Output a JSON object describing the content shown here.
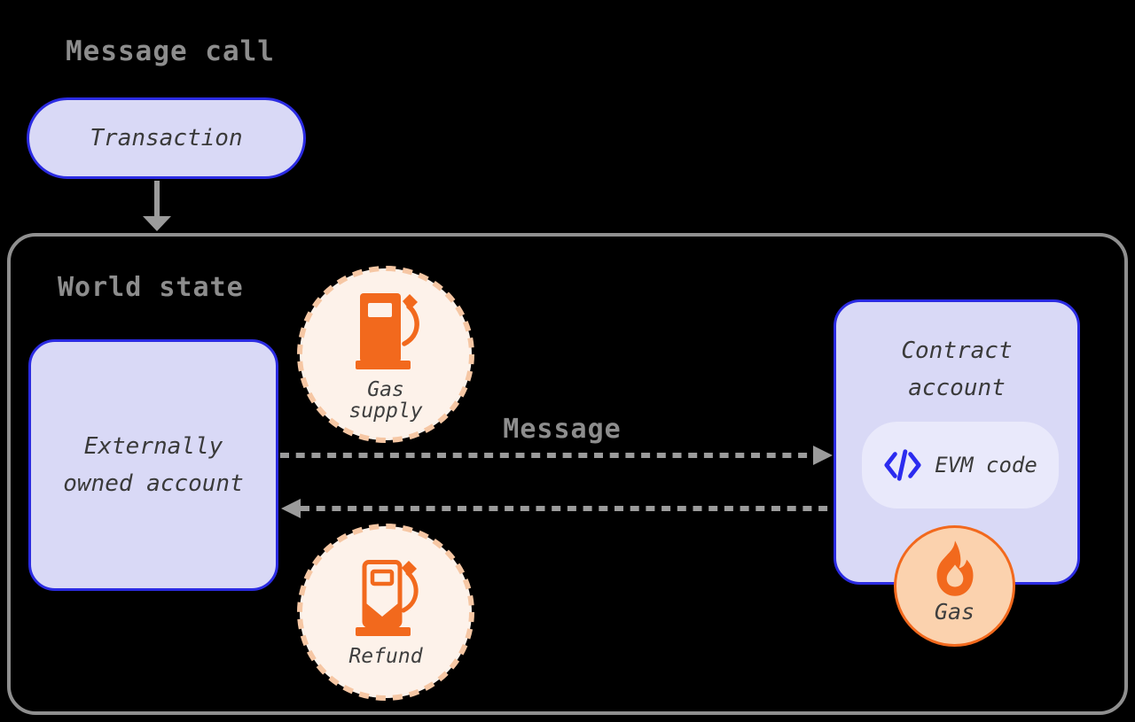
{
  "title": "Message call",
  "transaction": {
    "label": "Transaction"
  },
  "world_state": {
    "label": "World state"
  },
  "eoa": {
    "line1": "Externally",
    "line2": "owned account"
  },
  "gas_supply": {
    "line1": "Gas",
    "line2": "supply"
  },
  "message": {
    "label": "Message"
  },
  "contract": {
    "line1": "Contract",
    "line2": "account",
    "evm_label": "EVM code"
  },
  "gas": {
    "label": "Gas"
  },
  "refund": {
    "label": "Refund"
  },
  "icons": {
    "transaction_flow": "arrow-down-icon",
    "gas_supply": "fuel-pump-icon",
    "refund": "fuel-pump-partial-icon",
    "evm_code": "code-brackets-icon",
    "gas": "flame-icon",
    "message_forward": "dashed-arrow-right-icon",
    "message_return": "dashed-arrow-left-icon"
  },
  "colors": {
    "background": "#000000",
    "node_fill": "#d9d9f6",
    "node_border": "#2b2be2",
    "pill_fill": "#e9e9fb",
    "code_icon_blue": "#2b2bef",
    "heading_gray": "#8d8d8d",
    "dark_text": "#3a3a3a",
    "orange": "#f2691d",
    "dashed_circle_fill": "#fdf2ea",
    "dashed_circle_border": "#f6c7a4",
    "gas_circle_fill": "#fbd2ae",
    "arrow_gray": "#9b9b9b",
    "world_state_border": "#8f8f8f"
  }
}
